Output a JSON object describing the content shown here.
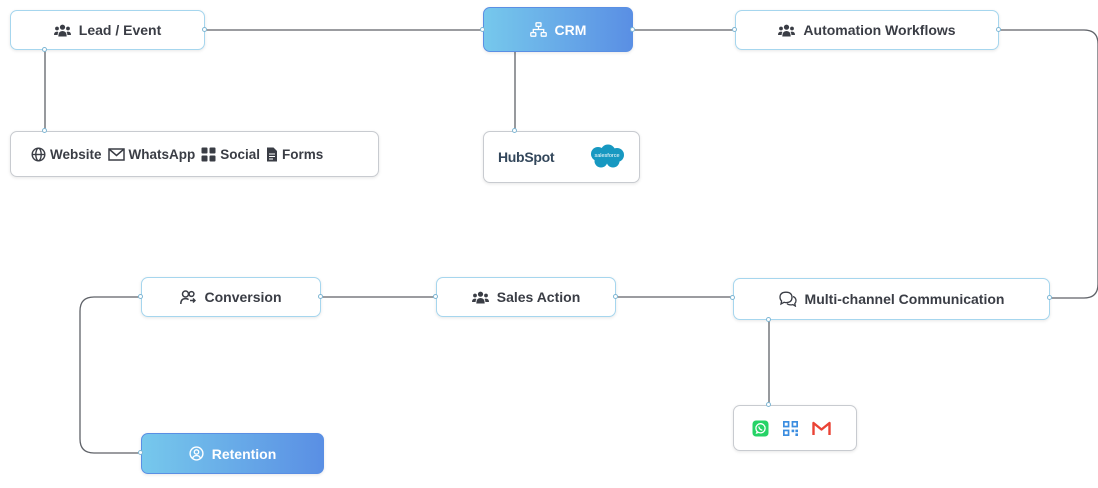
{
  "nodes": {
    "lead": {
      "label": "Lead / Event",
      "icon": "users-icon"
    },
    "crm": {
      "label": "CRM",
      "icon": "sitemap-icon"
    },
    "automation": {
      "label": "Automation Workflows",
      "icon": "users-icon"
    },
    "sources": {
      "items": [
        {
          "label": "Website",
          "icon": "globe-icon"
        },
        {
          "label": "WhatsApp",
          "icon": "mail-icon"
        },
        {
          "label": "Social",
          "icon": "grid-icon"
        },
        {
          "label": "Forms",
          "icon": "document-icon"
        }
      ]
    },
    "crm_tools": {
      "hubspot": "HubSpot",
      "salesforce": "salesforce"
    },
    "conversion": {
      "label": "Conversion",
      "icon": "user-switch-icon"
    },
    "sales_action": {
      "label": "Sales Action",
      "icon": "users-icon"
    },
    "multichannel": {
      "label": "Multi-channel Communication",
      "icon": "chat-bubbles-icon"
    },
    "channels": {
      "icons": [
        "whatsapp-icon",
        "qr-icon",
        "gmail-icon"
      ]
    },
    "retention": {
      "label": "Retention",
      "icon": "user-circle-icon"
    }
  },
  "colors": {
    "accent_start": "#76c8ec",
    "accent_end": "#5a8fe4",
    "connector": "#5f6268",
    "border_blue": "#a6d6ee",
    "border_grey": "#c8cbd0",
    "whatsapp": "#25d366",
    "gmail": "#ea4335",
    "salesforce": "#1798c1"
  }
}
